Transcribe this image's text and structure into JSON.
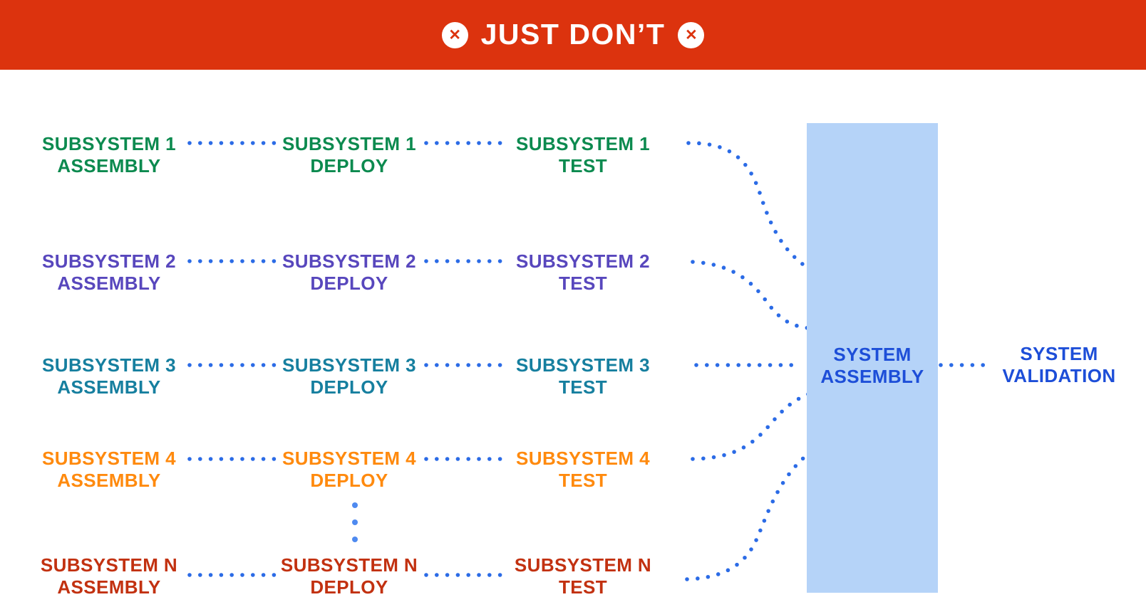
{
  "banner": {
    "title": "JUST DON’T",
    "background": "#DC330E",
    "text_color": "#FFFFFF",
    "icon_glyph": "✕"
  },
  "colors": {
    "connector_blue": "#2B6BE6",
    "ellipsis_blue": "#4E8AF0",
    "assembly_box_fill": "#B5D3F8",
    "system_text_blue": "#1D4ED8"
  },
  "rows": [
    {
      "name": "subsystem-1",
      "color": "#0C8A4F",
      "assembly": {
        "line1": "SUBSYSTEM 1",
        "line2": "ASSEMBLY"
      },
      "deploy": {
        "line1": "SUBSYSTEM 1",
        "line2": "DEPLOY"
      },
      "test": {
        "line1": "SUBSYSTEM 1",
        "line2": "TEST"
      }
    },
    {
      "name": "subsystem-2",
      "color": "#5847BD",
      "assembly": {
        "line1": "SUBSYSTEM 2",
        "line2": "ASSEMBLY"
      },
      "deploy": {
        "line1": "SUBSYSTEM 2",
        "line2": "DEPLOY"
      },
      "test": {
        "line1": "SUBSYSTEM 2",
        "line2": "TEST"
      }
    },
    {
      "name": "subsystem-3",
      "color": "#167F9F",
      "assembly": {
        "line1": "SUBSYSTEM 3",
        "line2": "ASSEMBLY"
      },
      "deploy": {
        "line1": "SUBSYSTEM 3",
        "line2": "DEPLOY"
      },
      "test": {
        "line1": "SUBSYSTEM 3",
        "line2": "TEST"
      }
    },
    {
      "name": "subsystem-4",
      "color": "#FF8A0E",
      "assembly": {
        "line1": "SUBSYSTEM 4",
        "line2": "ASSEMBLY"
      },
      "deploy": {
        "line1": "SUBSYSTEM 4",
        "line2": "DEPLOY"
      },
      "test": {
        "line1": "SUBSYSTEM 4",
        "line2": "TEST"
      }
    },
    {
      "name": "subsystem-n",
      "color": "#C23110",
      "assembly": {
        "line1": "SUBSYSTEM N",
        "line2": "ASSEMBLY"
      },
      "deploy": {
        "line1": "SUBSYSTEM N",
        "line2": "DEPLOY"
      },
      "test": {
        "line1": "SUBSYSTEM N",
        "line2": "TEST"
      }
    }
  ],
  "system_assembly": {
    "line1": "SYSTEM",
    "line2": "ASSEMBLY"
  },
  "system_validation": {
    "line1": "SYSTEM",
    "line2": "VALIDATION"
  }
}
